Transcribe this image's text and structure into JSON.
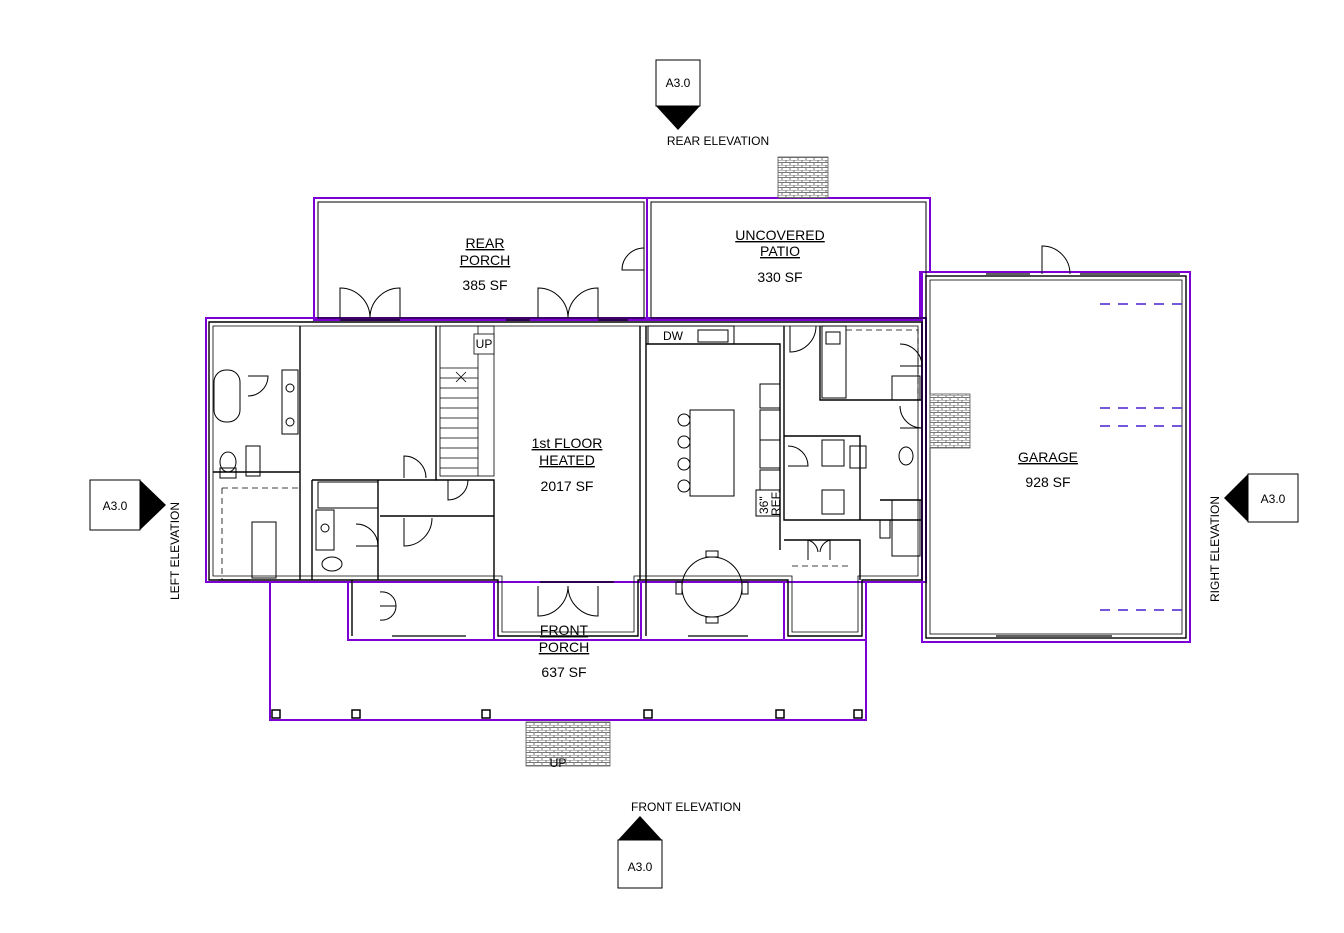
{
  "elevations": {
    "rear": {
      "tag": "A3.0",
      "label": "REAR ELEVATION"
    },
    "front": {
      "tag": "A3.0",
      "label": "FRONT ELEVATION"
    },
    "left": {
      "tag": "A3.0",
      "label": "LEFT ELEVATION"
    },
    "right": {
      "tag": "A3.0",
      "label": "RIGHT ELEVATION"
    }
  },
  "areas": {
    "rear_porch": {
      "line1": "REAR",
      "line2": "PORCH",
      "sf": "385 SF"
    },
    "uncovered_patio": {
      "line1": "UNCOVERED",
      "line2": "PATIO",
      "sf": "330 SF"
    },
    "heated": {
      "line1": "1st FLOOR",
      "line2": "HEATED",
      "sf": "2017 SF"
    },
    "garage": {
      "line1": "GARAGE",
      "sf": "928 SF"
    },
    "front_porch": {
      "line1": "FRONT",
      "line2": "PORCH",
      "sf": "637 SF"
    }
  },
  "fixtures": {
    "stair_up": "UP",
    "front_steps_up": "UP",
    "dishwasher": "DW",
    "fridge_size": "36\"",
    "fridge": "REF."
  },
  "colors": {
    "area_outline": "#7b00d4",
    "wall": "#000000",
    "brick": "#777777"
  }
}
